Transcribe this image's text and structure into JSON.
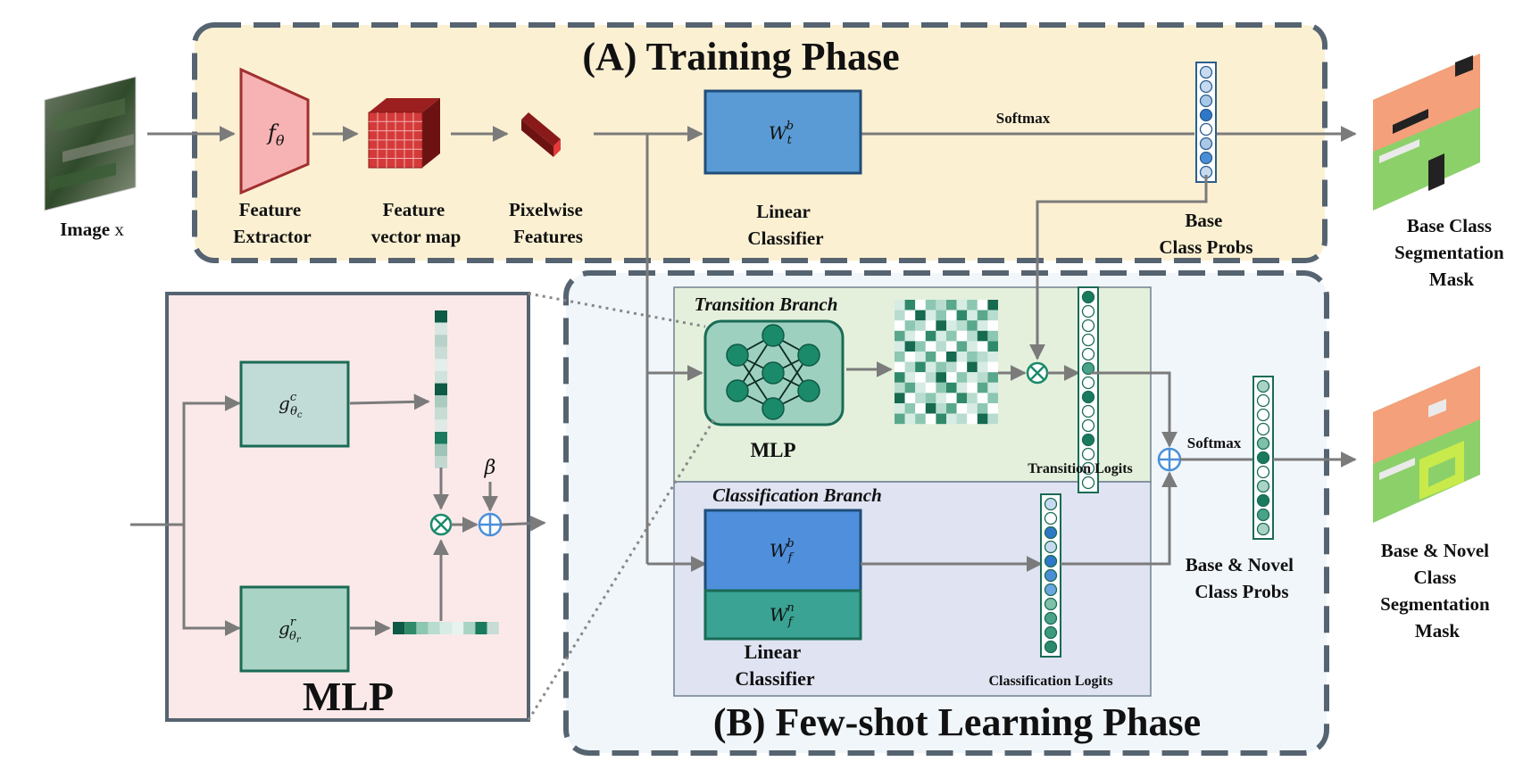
{
  "phases": {
    "training_title": "(A) Training Phase",
    "fewshot_title": "(B) Few-shot Learning Phase"
  },
  "input": {
    "label_main": "Image",
    "label_var": "x"
  },
  "training": {
    "feature_extractor": {
      "symbol": "f",
      "sub": "θ",
      "line1": "Feature",
      "line2": "Extractor"
    },
    "feature_map": {
      "line1": "Feature",
      "line2": "vector map"
    },
    "pixelwise": {
      "line1": "Pixelwise",
      "line2": "Features"
    },
    "linear_classifier": {
      "symbol": "W",
      "sup": "b",
      "sub": "t",
      "line1": "Linear",
      "line2": "Classifier"
    },
    "softmax": "Softmax",
    "base_probs": {
      "line1": "Base",
      "line2": "Class Probs"
    },
    "output": {
      "line1": "Base Class",
      "line2": "Segmentation",
      "line3": "Mask"
    }
  },
  "fewshot": {
    "transition_branch": "Transition Branch",
    "mlp_label": "MLP",
    "transition_logits": "Transition Logits",
    "classification_branch": "Classification Branch",
    "classifier_base": {
      "symbol": "W",
      "sup": "b",
      "sub": "f"
    },
    "classifier_novel": {
      "symbol": "W",
      "sup": "n",
      "sub": "f"
    },
    "linear_classifier": {
      "line1": "Linear",
      "line2": "Classifier"
    },
    "classification_logits": "Classification Logits",
    "softmax": "Softmax",
    "novel_probs": {
      "line1": "Base & Novel",
      "line2": "Class Probs"
    },
    "output": {
      "line1": "Base & Novel",
      "line2": "Class",
      "line3": "Segmentation",
      "line4": "Mask"
    }
  },
  "mlp_detail": {
    "title": "MLP",
    "g_c": {
      "symbol": "g",
      "sup": "c",
      "sub": "θ",
      "subsub": "c"
    },
    "g_r": {
      "symbol": "g",
      "sup": "r",
      "sub": "θ",
      "subsub": "r"
    },
    "beta": "β"
  },
  "colors": {
    "training_bg": "#fbf0d2",
    "fewshot_bg": "#f1f6fb",
    "mlp_bg": "#fbe9e9",
    "transition_bg": "#e4f0dc",
    "classification_bg": "#dfe3f2",
    "dash": "#566370",
    "teal": "#1a7a5e",
    "blue": "#4a90d9",
    "arrow": "#7b7b7b"
  }
}
